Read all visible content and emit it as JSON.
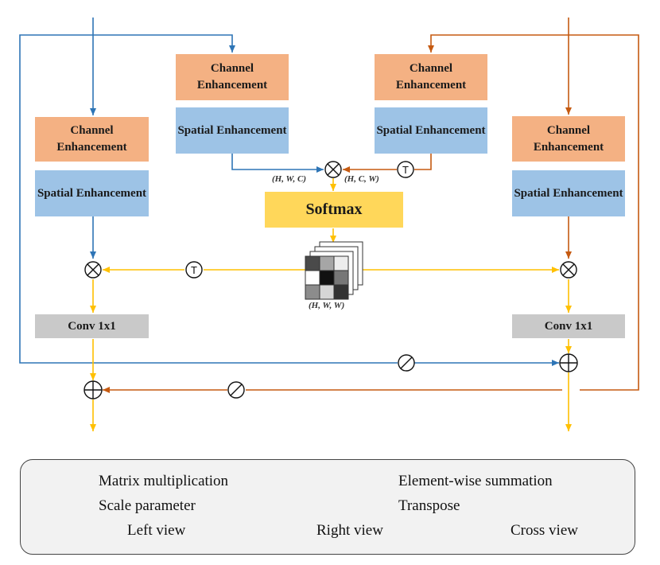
{
  "diagram": {
    "left_branch": {
      "channel": "Channel Enhancement",
      "spatial": "Spatial Enhancement",
      "conv": "Conv 1x1"
    },
    "center_left": {
      "channel": "Channel Enhancement",
      "spatial": "Spatial Enhancement",
      "dim": "(H, W, C)"
    },
    "center_right": {
      "channel": "Channel Enhancement",
      "spatial": "Spatial Enhancement",
      "dim": "(H, C, W)"
    },
    "right_branch": {
      "channel": "Channel Enhancement",
      "spatial": "Spatial Enhancement",
      "conv": "Conv 1x1"
    },
    "softmax": "Softmax",
    "attention_dim": "(H, W, W)",
    "transpose_symbol": "T",
    "colors": {
      "left_view": "#2e75b6",
      "right_view": "#c55a11",
      "cross_view": "#ffc000",
      "channel_box": "#f4b183",
      "spatial_box": "#9dc3e6",
      "conv_box": "#c9c9c9",
      "softmax_box": "#ffd75a"
    }
  },
  "legend": {
    "matrix_multiplication": "Matrix multiplication",
    "elementwise_summation": "Element-wise summation",
    "scale_parameter": "Scale parameter",
    "transpose": "Transpose",
    "left_view": "Left view",
    "right_view": "Right view",
    "cross_view": "Cross view"
  }
}
